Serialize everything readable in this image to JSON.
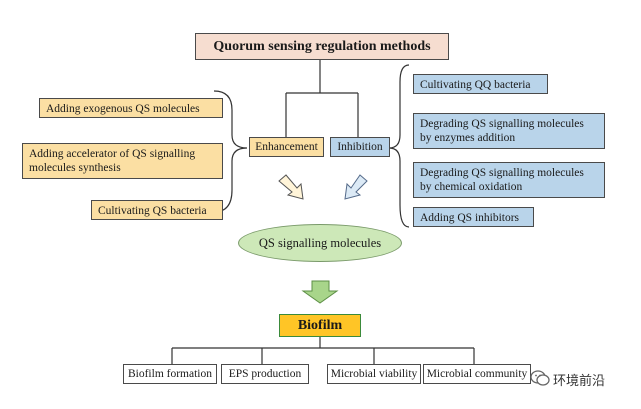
{
  "title": "Quorum sensing regulation methods",
  "enhancement": {
    "label": "Enhancement",
    "items": [
      "Adding exogenous QS molecules",
      "Adding accelerator of QS signalling molecules synthesis",
      "Cultivating QS bacteria"
    ]
  },
  "inhibition": {
    "label": "Inhibition",
    "items": [
      "Cultivating QQ bacteria",
      "Degrading QS signalling molecules by enzymes addition",
      "Degrading QS signalling molecules by chemical oxidation",
      "Adding QS inhibitors"
    ]
  },
  "signal": "QS signalling molecules",
  "biofilm": {
    "label": "Biofilm",
    "aspects": [
      "Biofilm formation",
      "EPS production",
      "Microbial viability",
      "Microbial community"
    ]
  },
  "watermark": "环境前沿",
  "colors": {
    "enhancement": "#fbdfa3",
    "inhibition": "#b9d4ea",
    "signal": "#cde8b8",
    "biofilm": "#ffc526",
    "title": "#f6ddd0"
  }
}
